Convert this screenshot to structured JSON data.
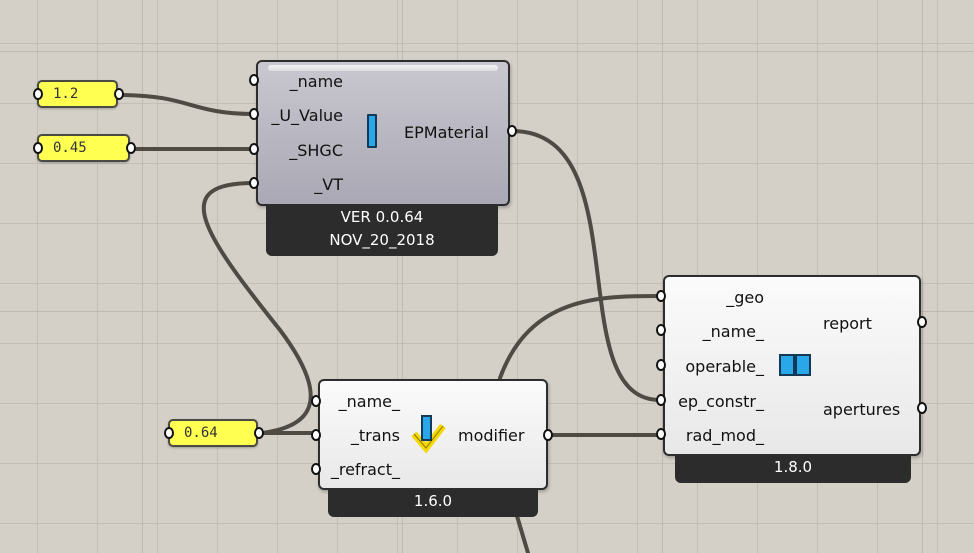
{
  "panels": {
    "u_value": "1.2",
    "shgc": "0.45",
    "trans": "0.64"
  },
  "epmaterial": {
    "inputs": [
      "_name",
      "_U_Value",
      "_SHGC",
      "_VT"
    ],
    "output": "EPMaterial",
    "footer_line1": "VER 0.0.64",
    "footer_line2": "NOV_20_2018",
    "icon": "window-bar-icon"
  },
  "modifier": {
    "inputs": [
      "_name_",
      "_trans",
      "_refract_"
    ],
    "output": "modifier",
    "footer": "1.6.0",
    "icon": "glass-modifier-icon"
  },
  "aperture": {
    "inputs": [
      "_geo",
      "_name_",
      "operable_",
      "ep_constr_",
      "rad_mod_"
    ],
    "outputs": [
      "report",
      "apertures"
    ],
    "footer": "1.8.0",
    "icon": "aperture-window-icon"
  },
  "colors": {
    "canvas": "#d4d0c8",
    "panel": "#ffff52",
    "wire": "#4e4a44",
    "footer": "#2c2c2c",
    "icon_blue": "#2aa7e8",
    "icon_yellow": "#f5d800"
  }
}
